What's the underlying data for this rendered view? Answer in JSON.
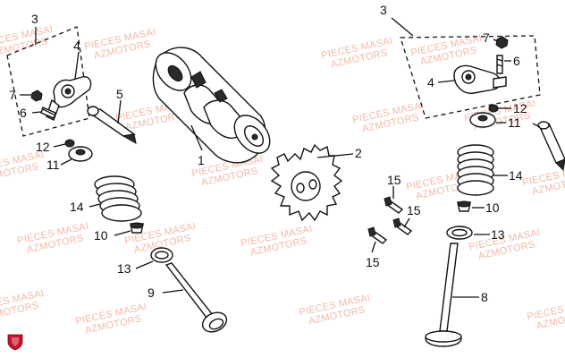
{
  "watermark": {
    "line1": "PIECES MASAI",
    "line2": "AZMOTORS"
  },
  "callouts": {
    "c1": "1",
    "c2": "2",
    "c3a": "3",
    "c3b": "3",
    "c4a": "4",
    "c4b": "4",
    "c5": "5",
    "c6a": "6",
    "c6b": "6",
    "c7a": "7",
    "c7b": "7",
    "c8": "8",
    "c9": "9",
    "c10a": "10",
    "c10b": "10",
    "c11a": "11",
    "c11b": "11",
    "c12a": "12",
    "c12b": "12",
    "c13a": "13",
    "c13b": "13",
    "c14a": "14",
    "c14b": "14",
    "c15a": "15",
    "c15b": "15",
    "c15c": "15"
  },
  "colors": {
    "line": "#111111",
    "watermark": "#f2b9a8",
    "logo": "#c8102e"
  },
  "icons": {
    "brand_logo": "shield-logo-icon"
  }
}
